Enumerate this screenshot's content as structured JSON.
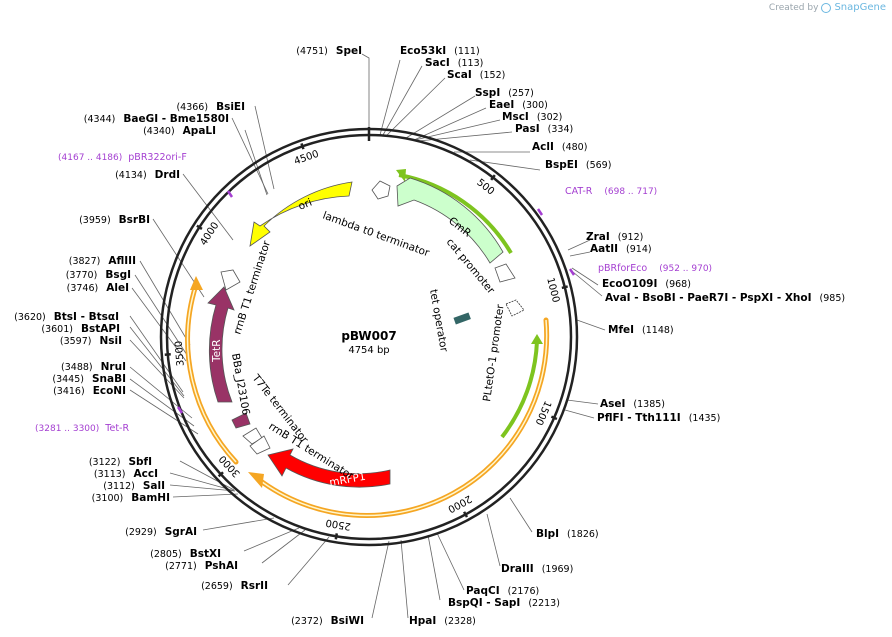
{
  "watermark": {
    "prefix": "Created by",
    "brand": "SnapGene"
  },
  "plasmid": {
    "name": "pBW007",
    "length_label": "4754 bp",
    "length": 4754
  },
  "ticks": [
    "500",
    "1000",
    "1500",
    "2000",
    "2500",
    "3000",
    "3500",
    "4000",
    "4500"
  ],
  "sites": [
    {
      "name": "SpeI",
      "pos": "(4751)"
    },
    {
      "name": "Eco53kI",
      "pos": "(111)"
    },
    {
      "name": "SacI",
      "pos": "(113)"
    },
    {
      "name": "ScaI",
      "pos": "(152)"
    },
    {
      "name": "SspI",
      "pos": "(257)"
    },
    {
      "name": "EaeI",
      "pos": "(300)"
    },
    {
      "name": "MscI",
      "pos": "(302)"
    },
    {
      "name": "PasI",
      "pos": "(334)"
    },
    {
      "name": "AclI",
      "pos": "(480)"
    },
    {
      "name": "BspEI",
      "pos": "(569)"
    },
    {
      "name": "ZraI",
      "pos": "(912)"
    },
    {
      "name": "AatII",
      "pos": "(914)"
    },
    {
      "name": "EcoO109I",
      "pos": "(968)"
    },
    {
      "name": "AvaI - BsoBI - PaeR7I - PspXI - XhoI",
      "pos": "(985)"
    },
    {
      "name": "MfeI",
      "pos": "(1148)"
    },
    {
      "name": "AseI",
      "pos": "(1385)"
    },
    {
      "name": "PflFI - Tth111I",
      "pos": "(1435)"
    },
    {
      "name": "BlpI",
      "pos": "(1826)"
    },
    {
      "name": "DraIII",
      "pos": "(1969)"
    },
    {
      "name": "PaqCI",
      "pos": "(2176)"
    },
    {
      "name": "BspQI - SapI",
      "pos": "(2213)"
    },
    {
      "name": "HpaI",
      "pos": "(2328)"
    },
    {
      "name": "BsiWI",
      "pos": "(2372)"
    },
    {
      "name": "RsrII",
      "pos": "(2659)"
    },
    {
      "name": "PshAI",
      "pos": "(2771)"
    },
    {
      "name": "BstXI",
      "pos": "(2805)"
    },
    {
      "name": "SgrAI",
      "pos": "(2929)"
    },
    {
      "name": "BamHI",
      "pos": "(3100)"
    },
    {
      "name": "SalI",
      "pos": "(3112)"
    },
    {
      "name": "AccI",
      "pos": "(3113)"
    },
    {
      "name": "SbfI",
      "pos": "(3122)"
    },
    {
      "name": "EcoNI",
      "pos": "(3416)"
    },
    {
      "name": "SnaBI",
      "pos": "(3445)"
    },
    {
      "name": "NruI",
      "pos": "(3488)"
    },
    {
      "name": "NsiI",
      "pos": "(3597)"
    },
    {
      "name": "BstAPI",
      "pos": "(3601)"
    },
    {
      "name": "BtsI - BtsαI",
      "pos": "(3620)"
    },
    {
      "name": "AleI",
      "pos": "(3746)"
    },
    {
      "name": "BsgI",
      "pos": "(3770)"
    },
    {
      "name": "AflIII",
      "pos": "(3827)"
    },
    {
      "name": "BsrBI",
      "pos": "(3959)"
    },
    {
      "name": "DrdI",
      "pos": "(4134)"
    },
    {
      "name": "ApaLI",
      "pos": "(4340)"
    },
    {
      "name": "BaeGI - Bme1580I",
      "pos": "(4344)"
    },
    {
      "name": "BsiEI",
      "pos": "(4366)"
    }
  ],
  "primers": [
    {
      "name": "CAT-R",
      "range": "(698 .. 717)"
    },
    {
      "name": "pBRforEco",
      "range": "(952 .. 970)"
    },
    {
      "name": "Tet-R",
      "range": "(3281 .. 3300)"
    },
    {
      "name": "pBR322ori-F",
      "range": "(4167 .. 4186)"
    }
  ],
  "features": [
    {
      "name": "ori",
      "color": "#ffff00"
    },
    {
      "name": "CmR",
      "color": "#ccffcc"
    },
    {
      "name": "TetR",
      "color": "#993366"
    },
    {
      "name": "mRFP1",
      "color": "#ff0000"
    },
    {
      "name": "lambda t0 terminator",
      "color": "#ffffff"
    },
    {
      "name": "cat promoter",
      "color": "#ffffff"
    },
    {
      "name": "tet operator",
      "color": "#336666"
    },
    {
      "name": "PLtetO-1 promoter",
      "color": "#99cc00"
    },
    {
      "name": "rrnB T1 terminator",
      "color": "#ffffff"
    },
    {
      "name": "BBa_J23106",
      "color": "#993366"
    },
    {
      "name": "T7Te terminator",
      "color": "#ffffff"
    },
    {
      "name": "rrnB T1 terminator",
      "color": "#ffffff"
    }
  ],
  "colors": {
    "primer": "#a43fd1",
    "orange_arc": "#f5a623",
    "backbone": "#222222"
  }
}
